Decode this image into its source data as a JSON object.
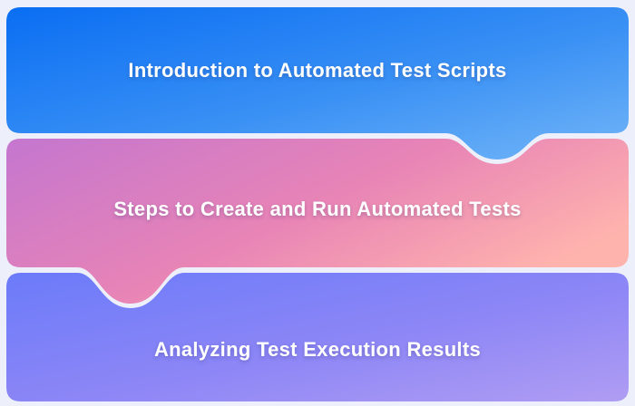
{
  "page": {
    "background_color": "#edf0fa"
  },
  "cards": [
    {
      "label": "Introduction to Automated Test Scripts",
      "gradient_from": "#0a6ef3",
      "gradient_mid": "#3990f4",
      "gradient_to": "#72b5f8",
      "text_color": "#ffffff"
    },
    {
      "label": "Steps to Create and Run Automated Tests",
      "gradient_from": "#c476cf",
      "gradient_mid": "#e884b6",
      "gradient_to": "#ffb3ad",
      "text_color": "#ffffff"
    },
    {
      "label": "Analyzing Test Execution Results",
      "gradient_from": "#6b7bf9",
      "gradient_mid": "#8d86f6",
      "gradient_to": "#b09df3",
      "text_color": "#ffffff"
    }
  ]
}
